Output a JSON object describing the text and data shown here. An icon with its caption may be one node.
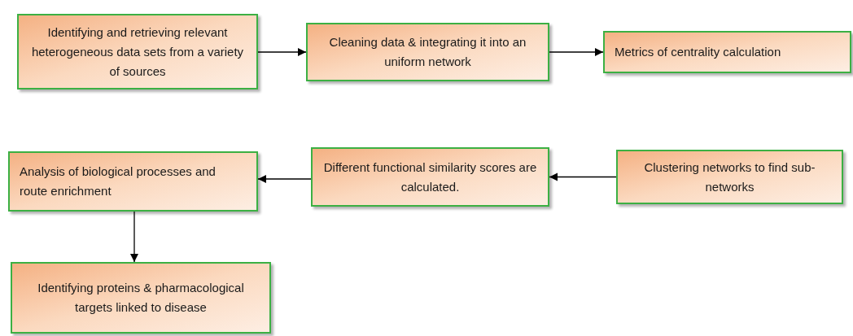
{
  "diagram": {
    "nodes": [
      {
        "text": [
          "Identifying and retrieving relevant heterogeneous data sets from a variety of sources"
        ]
      },
      {
        "text": [
          "Cleaning data & integrating it into an uniform network"
        ]
      },
      {
        "text": [
          "Metrics of centrality calculation"
        ]
      },
      {
        "text": [
          "Analysis of biological processes and route enrichment"
        ]
      },
      {
        "text": [
          "Different functional similarity scores are calculated."
        ]
      },
      {
        "text": [
          "Clustering networks to find sub-networks"
        ]
      },
      {
        "text": [
          "Identifying proteins & pharmacological targets linked to disease"
        ]
      }
    ],
    "edges": [
      {
        "from": 0,
        "to": 1,
        "arrow": "to"
      },
      {
        "from": 1,
        "to": 2,
        "arrow": "to"
      },
      {
        "from": 5,
        "to": 4,
        "arrow": "to"
      },
      {
        "from": 4,
        "to": 3,
        "arrow": "to"
      },
      {
        "from": 3,
        "to": 6,
        "arrow": "to"
      }
    ]
  }
}
